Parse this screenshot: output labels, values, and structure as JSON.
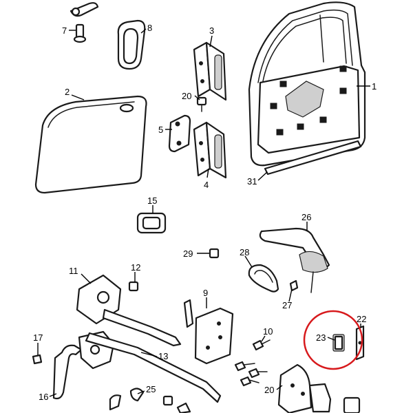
{
  "callouts": {
    "c1": "1",
    "c2": "2",
    "c3": "3",
    "c4": "4",
    "c5": "5",
    "c7": "7",
    "c8": "8",
    "c9": "9",
    "c10": "10",
    "c11": "11",
    "c12": "12",
    "c13": "13",
    "c15": "15",
    "c16": "16",
    "c17": "17",
    "c20a": "20",
    "c20b": "20",
    "c22": "22",
    "c23": "23",
    "c25": "25",
    "c26": "26",
    "c27": "27",
    "c28": "28",
    "c29": "29",
    "c31": "31"
  },
  "highlight": {
    "color": "#d7191c",
    "part_number": "23"
  },
  "colors": {
    "ink": "#1a1a1a",
    "background": "#ffffff"
  }
}
